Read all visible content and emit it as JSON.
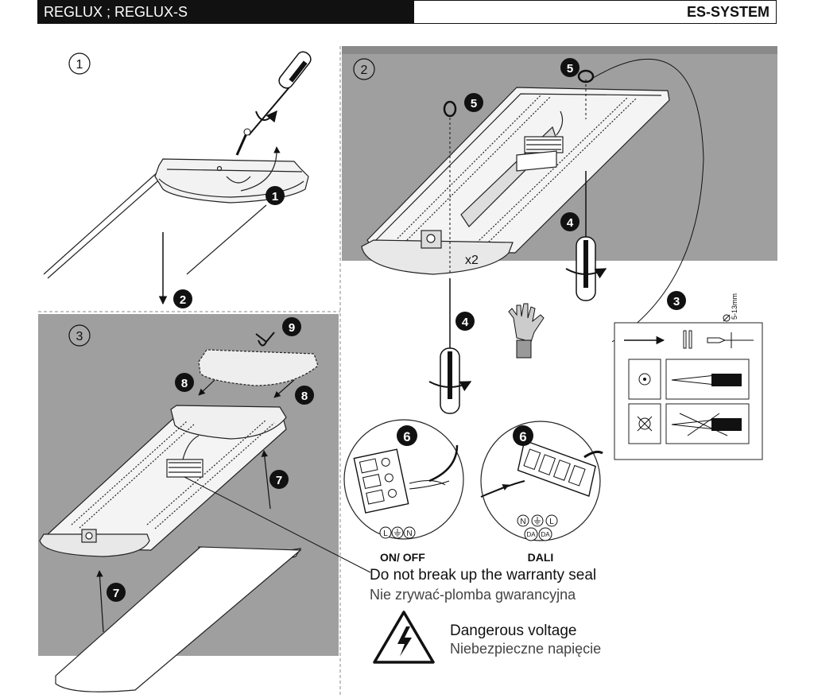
{
  "header": {
    "product": "REGLUX ;  REGLUX-S",
    "brand": "ES-SYSTEM"
  },
  "steps": {
    "panel1": "1",
    "panel2": "2",
    "panel3": "3",
    "s1": "1",
    "s2": "2",
    "s3": "3",
    "s4": "4",
    "s5": "5",
    "s6": "6",
    "s7": "7",
    "s8": "8",
    "s9": "9"
  },
  "labels": {
    "times_two": "x2",
    "cable_range": "5-13mm",
    "connector_left_caption": "ON/ OFF",
    "connector_right_caption": "DALI",
    "terminal_L": "L",
    "terminal_N": "N",
    "terminal_DA": "DA"
  },
  "notes": {
    "seal_en": "Do not break up the warranty seal",
    "seal_pl": "Nie zrywać-plomba gwarancyjna",
    "voltage_en": "Dangerous voltage",
    "voltage_pl": "Niebezpieczne napięcie"
  },
  "colors": {
    "panel_gray": "#9f9f9f",
    "ink": "#111111",
    "header_bg": "#111111"
  }
}
